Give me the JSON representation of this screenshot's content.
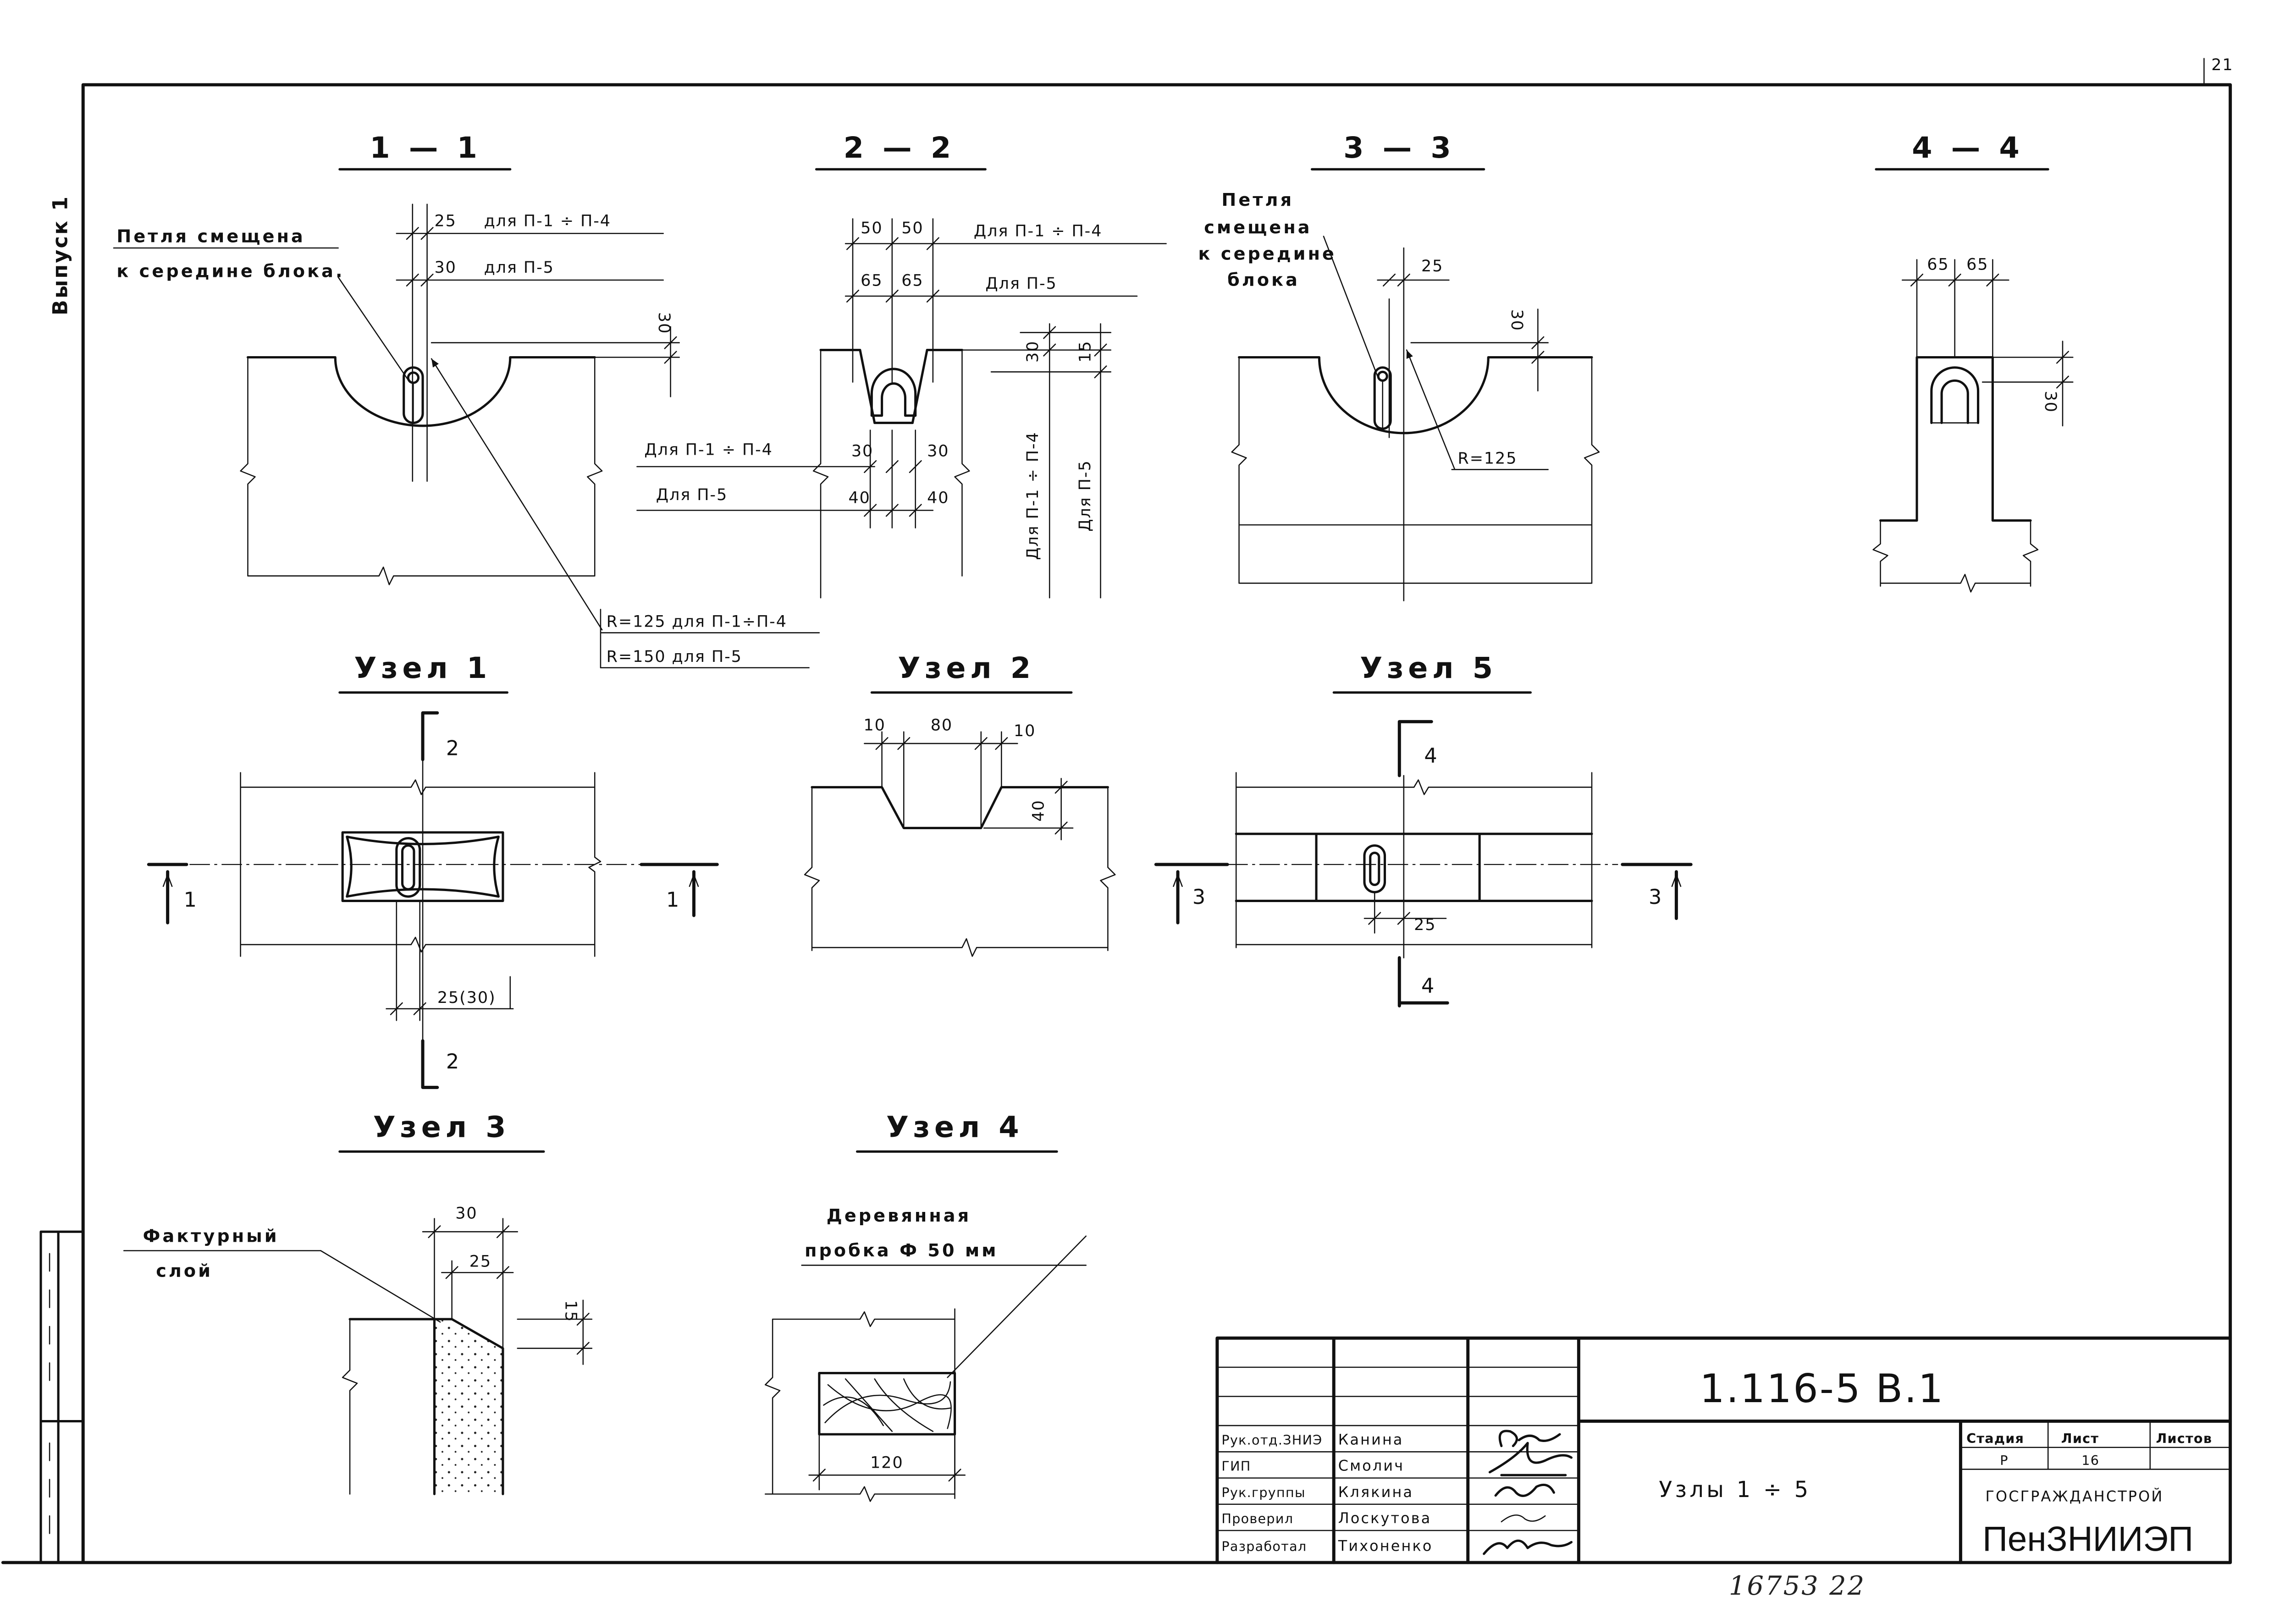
{
  "sheet": {
    "page_number": "21",
    "issue": "Выпуск 1",
    "archive_number": "16753 22"
  },
  "section_1_1": {
    "title": "1 — 1",
    "note_line1": "Петля смещена",
    "note_line2": "к середине блока.",
    "dim_25": "25",
    "dim_25_note": "для П-1 ÷ П-4",
    "dim_30": "30",
    "dim_30_note": "для П-5",
    "dim_30_vertical": "30",
    "radius_1": "R=125 для П-1÷П-4",
    "radius_2": "R=150 для П-5"
  },
  "section_2_2": {
    "title": "2 — 2",
    "dim_50_left": "50",
    "dim_50_right": "50",
    "dim_50_note": "Для П-1 ÷ П-4",
    "dim_65_left": "65",
    "dim_65_right": "65",
    "dim_65_note": "Для П-5",
    "left_note_1": "Для П-1 ÷ П-4",
    "dim_30_left": "30",
    "dim_30_right": "30",
    "left_note_2": "Для П-5",
    "dim_40_left": "40",
    "dim_40_right": "40",
    "vertical_dim_30": "30",
    "vertical_dim_15": "15",
    "vertical_note_1": "Для П-1 ÷ П-4",
    "vertical_note_2": "Для П-5"
  },
  "section_3_3": {
    "title": "3 — 3",
    "note_line1": "Петля",
    "note_line2": "смещена",
    "note_line3": "к середине",
    "note_line4": "блока",
    "dim_25": "25",
    "dim_30": "30",
    "radius": "R=125"
  },
  "section_4_4": {
    "title": "4 — 4",
    "dim_65_left": "65",
    "dim_65_right": "65",
    "dim_30": "30"
  },
  "node_1": {
    "title": "Узел 1",
    "cut_top": "2",
    "cut_bottom": "2",
    "cut_left": "1",
    "cut_right": "1",
    "dim_offset": "25(30)"
  },
  "node_2": {
    "title": "Узел 2",
    "dim_10_left": "10",
    "dim_80": "80",
    "dim_10_right": "10",
    "dim_40": "40"
  },
  "node_5": {
    "title": "Узел 5",
    "cut_top": "4",
    "cut_bottom": "4",
    "cut_left": "3",
    "cut_right": "3",
    "dim_25": "25"
  },
  "node_3": {
    "title": "Узел 3",
    "note_line1": "Фактурный",
    "note_line2": "слой",
    "dim_30": "30",
    "dim_25": "25",
    "dim_15": "15"
  },
  "node_4": {
    "title": "Узел 4",
    "note_line1": "Деревянная",
    "note_line2": "пробка Ф 50 мм",
    "dim_120": "120"
  },
  "title_block": {
    "designation": "1.116-5 В.1",
    "sheet_title": "Узлы 1 ÷ 5",
    "stage_header": "Стадия",
    "sheet_header": "Лист",
    "sheets_header": "Листов",
    "stage": "Р",
    "sheet": "16",
    "organization": "ГОСГРАЖДАНСТРОЙ",
    "institute": "ПенЗНИИЭП",
    "signatories": [
      {
        "role": "Рук.отд.ЗНИЭ",
        "name": "Канина"
      },
      {
        "role": "ГИП",
        "name": "Смолич"
      },
      {
        "role": "Рук.группы",
        "name": "Клякина"
      },
      {
        "role": "Проверил",
        "name": "Лоскутова"
      },
      {
        "role": "Разработал",
        "name": "Тихоненко"
      }
    ]
  }
}
